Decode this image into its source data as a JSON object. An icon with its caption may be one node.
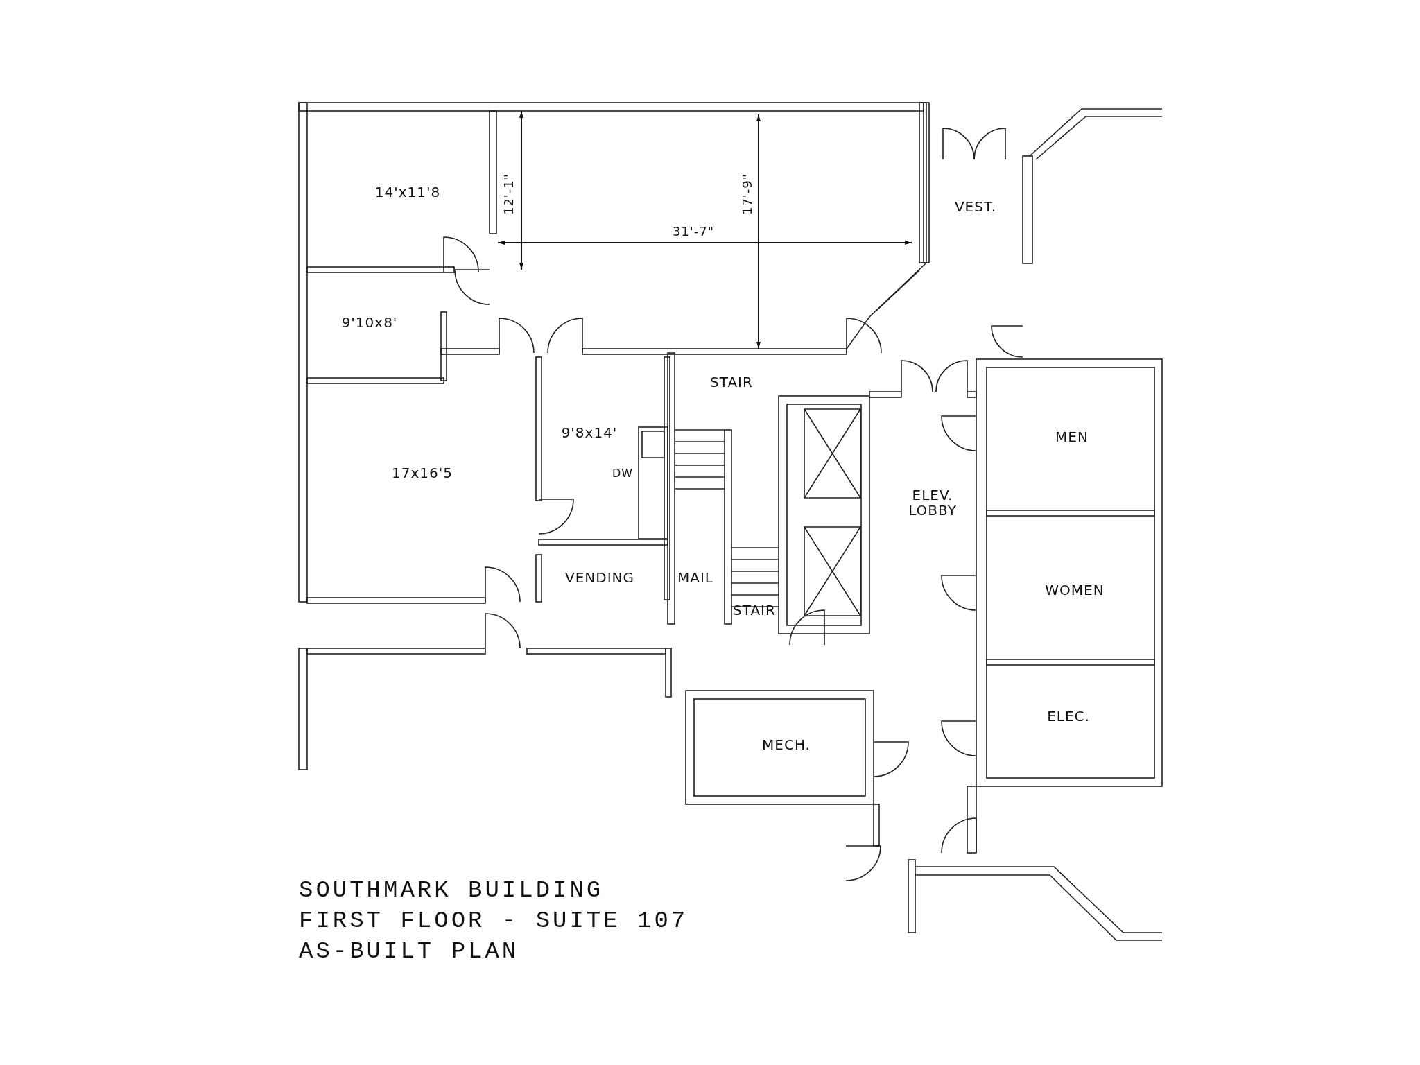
{
  "diagram": {
    "title": "SOUTHMARK BUILDING FIRST FLOOR - SUITE 107 AS-BUILT PLAN",
    "nodes": [
      {
        "text": [
          "14'x11'8"
        ]
      },
      {
        "text": [
          "9'10x8'"
        ]
      },
      {
        "text": [
          "17x16'5"
        ]
      },
      {
        "text": [
          "9'8x14'"
        ]
      },
      {
        "text": [
          "STAIR"
        ]
      },
      {
        "text": [
          "VENDING"
        ]
      },
      {
        "text": [
          "MAIL"
        ]
      },
      {
        "text": [
          "STAIR"
        ]
      },
      {
        "text": [
          "VEST."
        ]
      },
      {
        "text": [
          "ELEV. LOBBY"
        ]
      },
      {
        "text": [
          "MEN"
        ]
      },
      {
        "text": [
          "WOMEN"
        ]
      },
      {
        "text": [
          "ELEC."
        ]
      },
      {
        "text": [
          "MECH."
        ]
      }
    ],
    "labels": [
      "12'-1\"",
      "17'-9\"",
      "31'-7\"",
      "DW"
    ]
  }
}
